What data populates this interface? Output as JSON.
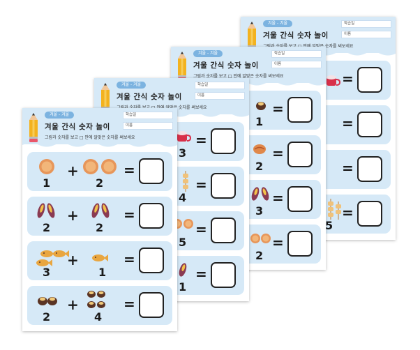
{
  "sheets": [
    {
      "subject": "겨울 - 겨울",
      "title": "겨울 간식 숫자 놀이",
      "instruction": "그림과 숫자를 보고 □ 안에 알맞은 숫자를 써보세요",
      "field_class": "학습일",
      "field_name": "이름",
      "problems": [
        {
          "snack": "pancake-icon",
          "a": "1",
          "op": "+",
          "b": "2",
          "eq": "="
        },
        {
          "snack": "sweet-potato-icon",
          "a": "2",
          "op": "+",
          "b": "2",
          "eq": "="
        },
        {
          "snack": "fish-bread-icon",
          "a": "3",
          "op": "+",
          "b": "1",
          "eq": "="
        },
        {
          "snack": "chestnut-icon",
          "a": "2",
          "op": "+",
          "b": "4",
          "eq": "="
        }
      ]
    },
    {
      "subject": "겨울 - 겨울",
      "title": "겨울 간식 숫자 놀이",
      "instruction": "그림과 숫자를 보고 □ 안에 알맞은 숫자를 써보세요",
      "field_class": "학습일",
      "field_name": "이름",
      "problems": [
        {
          "snack": "hot-cocoa-icon",
          "a": "3",
          "eq": "="
        },
        {
          "snack": "fish-cake-skewer-icon",
          "a": "4",
          "eq": "="
        },
        {
          "snack": "pancake-icon",
          "a": "5",
          "eq": "="
        },
        {
          "snack": "sweet-potato-icon",
          "a": "1",
          "eq": "="
        }
      ]
    },
    {
      "subject": "겨울 - 겨울",
      "title": "겨울 간식 숫자 놀이",
      "instruction": "그림과 숫자를 보고 □ 안에 알맞은 숫자를 써보세요",
      "field_class": "학습일",
      "field_name": "이름",
      "problems": [
        {
          "snack": "chestnut-icon",
          "a": "1",
          "eq": "="
        },
        {
          "snack": "bungeoppang-icon",
          "a": "2",
          "eq": "="
        },
        {
          "snack": "sweet-potato-icon",
          "a": "3",
          "eq": "="
        },
        {
          "snack": "pancake-icon",
          "a": "2",
          "eq": "="
        }
      ]
    },
    {
      "subject": "겨울 - 겨울",
      "title": "겨울 간식 숫자 놀이",
      "instruction": "그림과 숫자를 보고 □ 안에 알맞은 숫자를 써보세요",
      "field_class": "학습일",
      "field_name": "이름",
      "problems": [
        {
          "snack": "hot-cocoa-icon",
          "eq": "="
        },
        {
          "snack": "blank",
          "eq": "="
        },
        {
          "snack": "blank",
          "eq": "="
        },
        {
          "snack": "fish-cake-skewer-icon",
          "a": "5",
          "eq": "="
        }
      ]
    }
  ],
  "colors": {
    "header_bg": "#d6e9f7",
    "row_bg": "#d6e9f7",
    "badge_bg": "#7cb3e0",
    "pancake": "#e7965a",
    "sweet_potato": "#8a3a52",
    "fish_bread": "#e9a640",
    "chestnut": "#5a3424",
    "cocoa_cup": "#d8304a"
  }
}
